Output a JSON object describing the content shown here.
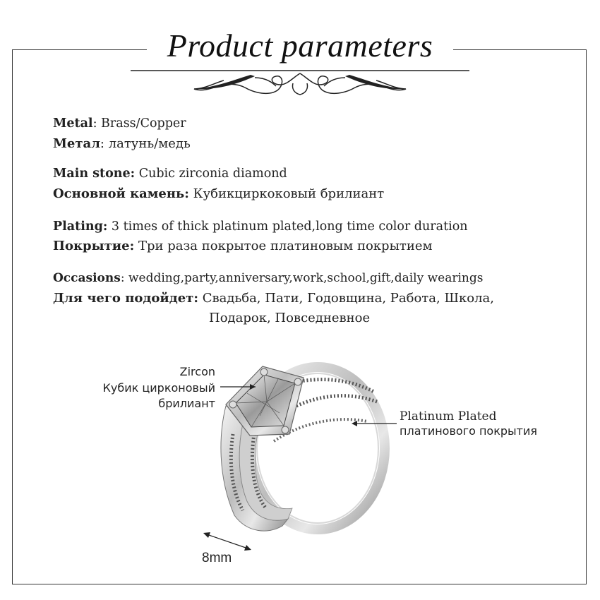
{
  "header": {
    "title": "Product parameters"
  },
  "specs": [
    {
      "label": "Metal",
      "sep": ": ",
      "value": "Brass/Copper"
    },
    {
      "label": "Метал",
      "sep": ": ",
      "value": "латунь/медь"
    },
    {
      "label": "Main stone:",
      "sep": " ",
      "value": "Cubic zirconia diamond"
    },
    {
      "label": "Основной камень:",
      "sep": " ",
      "value": "Кубикциркоковый брилиант"
    },
    {
      "label": "Plating:",
      "sep": "  ",
      "value": "3 times of thick platinum plated,long time color duration"
    },
    {
      "label": "Покрытие:",
      "sep": " ",
      "value": "Три раза покрытое платиновым покрытием"
    },
    {
      "label": "Occasions",
      "sep": ": ",
      "value": "wedding,party,anniversary,work,school,gift,daily wearings"
    },
    {
      "label": "Для чего подойдет:",
      "sep": "  ",
      "value": "Свадьба, Пати, Годовщина, Работа, Школа,"
    },
    {
      "label": "",
      "sep": "",
      "value": "Подарок, Повседневное"
    }
  ],
  "callouts": {
    "zircon_en": "Zircon",
    "zircon_ru_1": "Кубик цирконовый",
    "zircon_ru_2": "брилиант",
    "plated_en": "Platinum Plated",
    "plated_ru": "платинового покрытия"
  },
  "dimension": {
    "label": "8mm"
  }
}
